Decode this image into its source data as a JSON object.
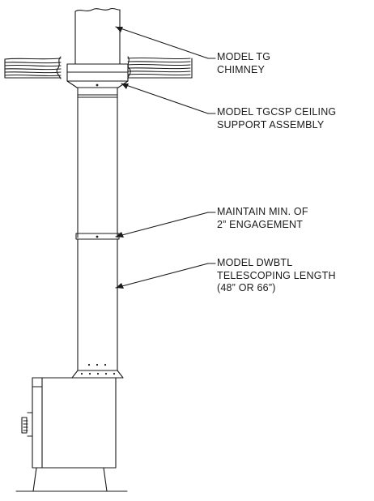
{
  "callouts": {
    "chimney": {
      "lines": [
        "MODEL TG",
        "CHIMNEY"
      ]
    },
    "ceiling_support": {
      "lines": [
        "MODEL TGCSP CEILING",
        "SUPPORT ASSEMBLY"
      ]
    },
    "engagement": {
      "lines": [
        "MAINTAIN MIN. OF",
        "2” ENGAGEMENT"
      ]
    },
    "telescoping_length": {
      "lines": [
        "MODEL DWBTL",
        "TELESCOPING LENGTH",
        "(48” OR 66”)"
      ]
    }
  },
  "colors": {
    "line": "#1a1a1a",
    "background": "#ffffff"
  }
}
